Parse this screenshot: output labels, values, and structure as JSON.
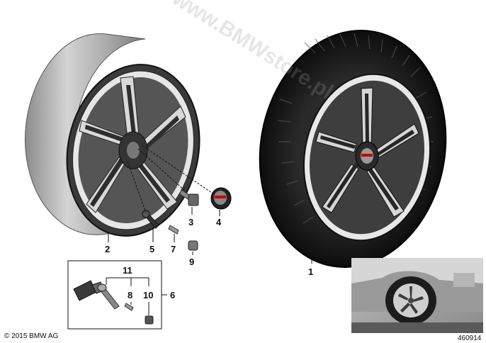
{
  "callouts": {
    "tire_wheel": "1",
    "rim": "2",
    "bolt": "3",
    "hub_cap": "4",
    "valve": "5",
    "valve_part_7": "7",
    "nut_9": "9",
    "tpms_assembly": "6",
    "tpms_sensor": "11",
    "part_8": "8",
    "part_10": "10"
  },
  "copyright": "© 2015 BMW AG",
  "diagram_id": "460914",
  "watermark": "www.BMWstore.pl",
  "colors": {
    "tire": "#1a1a1a",
    "rim_silver": "#c8c8c8",
    "spoke_dark": "#4a4a4a",
    "line": "#111111"
  }
}
